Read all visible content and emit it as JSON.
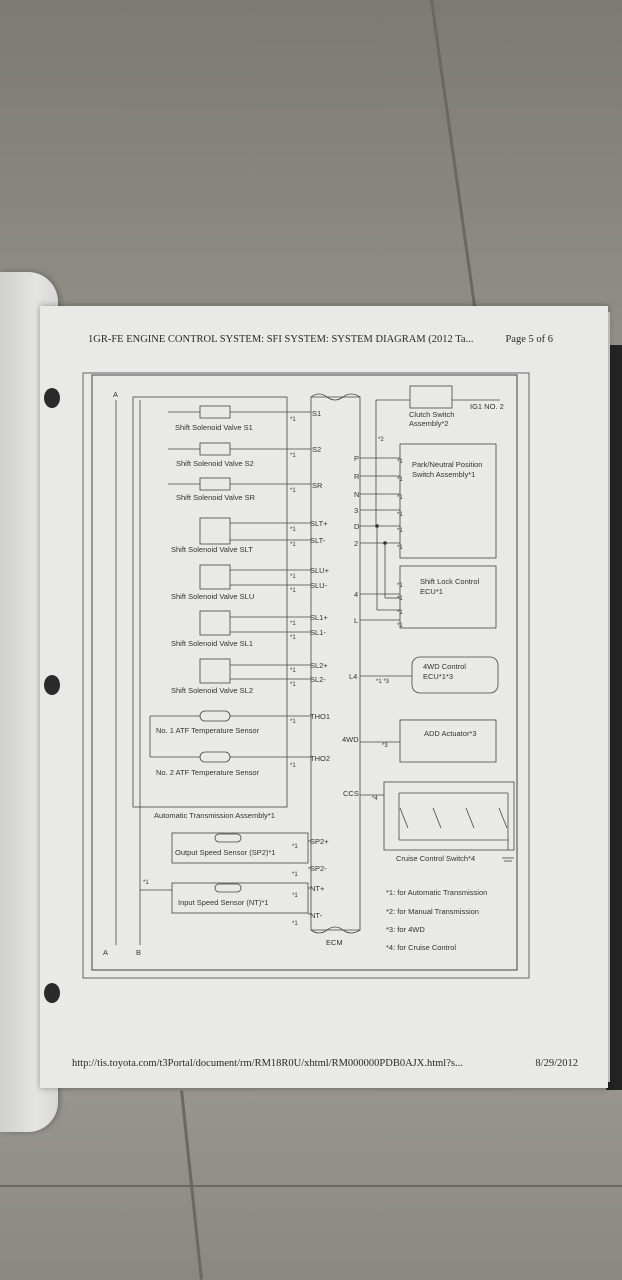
{
  "header": {
    "title": "1GR-FE ENGINE CONTROL SYSTEM: SFI SYSTEM: SYSTEM DIAGRAM (2012 Ta...",
    "page": "Page 5 of 6"
  },
  "footer": {
    "url": "http://tis.toyota.com/t3Portal/document/rm/RM18R0U/xhtml/RM000000PDB0AJX.html?s...",
    "date": "8/29/2012"
  },
  "diagram": {
    "left_components": [
      {
        "label": "Shift Solenoid Valve S1",
        "pins": [
          "S1"
        ],
        "notes": [
          "*1"
        ]
      },
      {
        "label": "Shift Solenoid Valve S2",
        "pins": [
          "S2"
        ],
        "notes": [
          "*1"
        ]
      },
      {
        "label": "Shift Solenoid Valve SR",
        "pins": [
          "SR"
        ],
        "notes": [
          "*1"
        ]
      },
      {
        "label": "Shift Solenoid Valve SLT",
        "pins": [
          "SLT+",
          "SLT-"
        ],
        "notes": [
          "*1",
          "*1"
        ]
      },
      {
        "label": "Shift Solenoid Valve SLU",
        "pins": [
          "SLU+",
          "SLU-"
        ],
        "notes": [
          "*1",
          "*1"
        ]
      },
      {
        "label": "Shift Solenoid Valve SL1",
        "pins": [
          "SL1+",
          "SL1-"
        ],
        "notes": [
          "*1",
          "*1"
        ]
      },
      {
        "label": "Shift Solenoid Valve SL2",
        "pins": [
          "SL2+",
          "SL2-"
        ],
        "notes": [
          "*1",
          "*1"
        ]
      },
      {
        "label": "No. 1 ATF Temperature Sensor",
        "pins": [
          "THO1"
        ],
        "notes": [
          "*1"
        ]
      },
      {
        "label": "No. 2 ATF Temperature Sensor",
        "pins": [
          "THO2"
        ],
        "notes": [
          "*1"
        ]
      }
    ],
    "assembly_label": "Automatic Transmission Assembly*1",
    "speed_sensors": [
      {
        "label": "Output Speed Sensor (SP2)*1",
        "pins": [
          "SP2+",
          "SP2-"
        ],
        "notes": [
          "*1",
          "*1"
        ]
      },
      {
        "label": "Input Speed Sensor (NT)*1",
        "pins": [
          "NT+",
          "NT-"
        ],
        "notes": [
          "*1",
          "*1"
        ]
      }
    ],
    "star1_left": "*1",
    "ecm_label": "ECM",
    "connector_A": "A",
    "connector_B": "B",
    "right_pins": [
      "P",
      "R",
      "N",
      "3",
      "D",
      "2",
      "4",
      "L",
      "L4",
      "4WD",
      "CCS"
    ],
    "star2": "*2",
    "pn_notes": [
      "*1",
      "*1",
      "*1",
      "*1",
      "*1",
      "*1"
    ],
    "lock_notes": [
      "*1",
      "*1",
      "*1",
      "*1"
    ],
    "l4_note": "*1 *3",
    "wd_note": "*3",
    "ccs_note": "*4",
    "clutch_label": "Clutch Switch",
    "clutch_label2": "Assembly*2",
    "ig1_label": "IG1 NO. 2",
    "pn_label": "Park/Neutral Position",
    "pn_label2": "Switch Assembly*1",
    "lock_label": "Shift Lock Control",
    "lock_label2": "ECU*1",
    "wd_ecu_label": "4WD Control",
    "wd_ecu_label2": "ECU*1*3",
    "add_label": "ADD Actuator*3",
    "cruise_label": "Cruise Control Switch*4",
    "legend": [
      "*1: for Automatic Transmission",
      "*2: for Manual Transmission",
      "*3: for 4WD",
      "*4: for Cruise Control"
    ]
  }
}
